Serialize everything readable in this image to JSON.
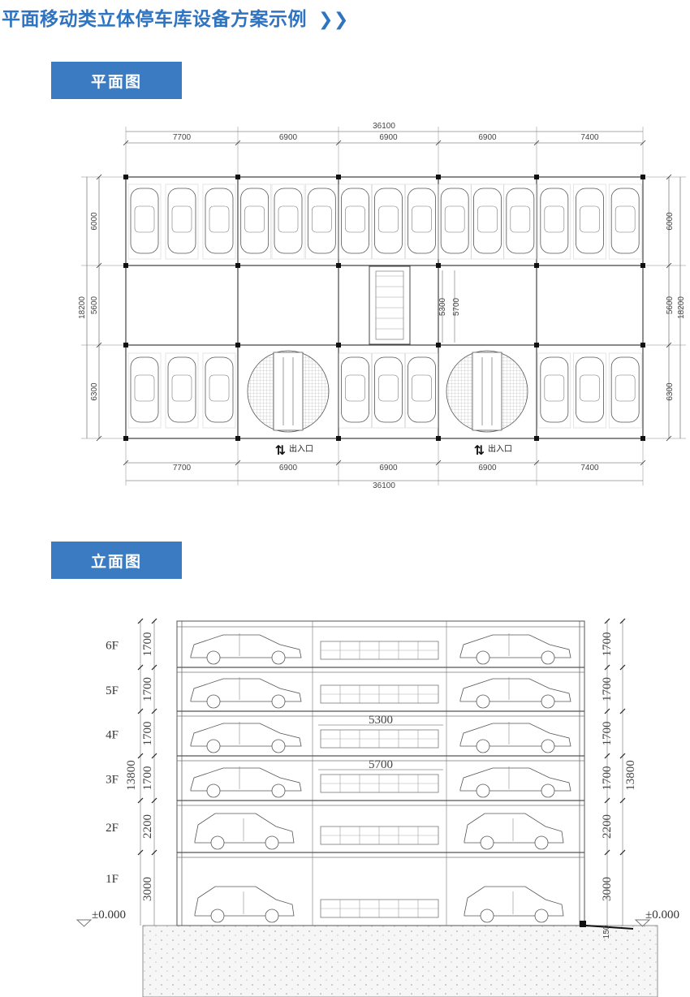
{
  "header": {
    "title": "平面移动类立体停车库设备方案示例",
    "chevron_icon": "double-chevron-right"
  },
  "sections": {
    "plan_label": "平面图",
    "elevation_label": "立面图"
  },
  "plan": {
    "top_total": "36100",
    "top_segments": [
      "7700",
      "6900",
      "6900",
      "6900",
      "7400"
    ],
    "bottom_segments": [
      "7700",
      "6900",
      "6900",
      "6900",
      "7400"
    ],
    "bottom_total": "36100",
    "left_segments": [
      "6000",
      "5600",
      "6300"
    ],
    "left_total": "18200",
    "right_segments": [
      "6000",
      "5600",
      "6300"
    ],
    "right_total": "18200",
    "aisle_dims": [
      "5300",
      "5700"
    ],
    "entrance_label": "出入口"
  },
  "elevation": {
    "floors": [
      {
        "label": "6F",
        "height": "1700"
      },
      {
        "label": "5F",
        "height": "1700"
      },
      {
        "label": "4F",
        "height": "1700"
      },
      {
        "label": "3F",
        "height": "1700"
      },
      {
        "label": "2F",
        "height": "2200"
      },
      {
        "label": "1F",
        "height": "3000"
      }
    ],
    "total": "13800",
    "center_dims": [
      "5300",
      "5700"
    ],
    "ground_level": "±0.000",
    "ground_base": "150"
  }
}
